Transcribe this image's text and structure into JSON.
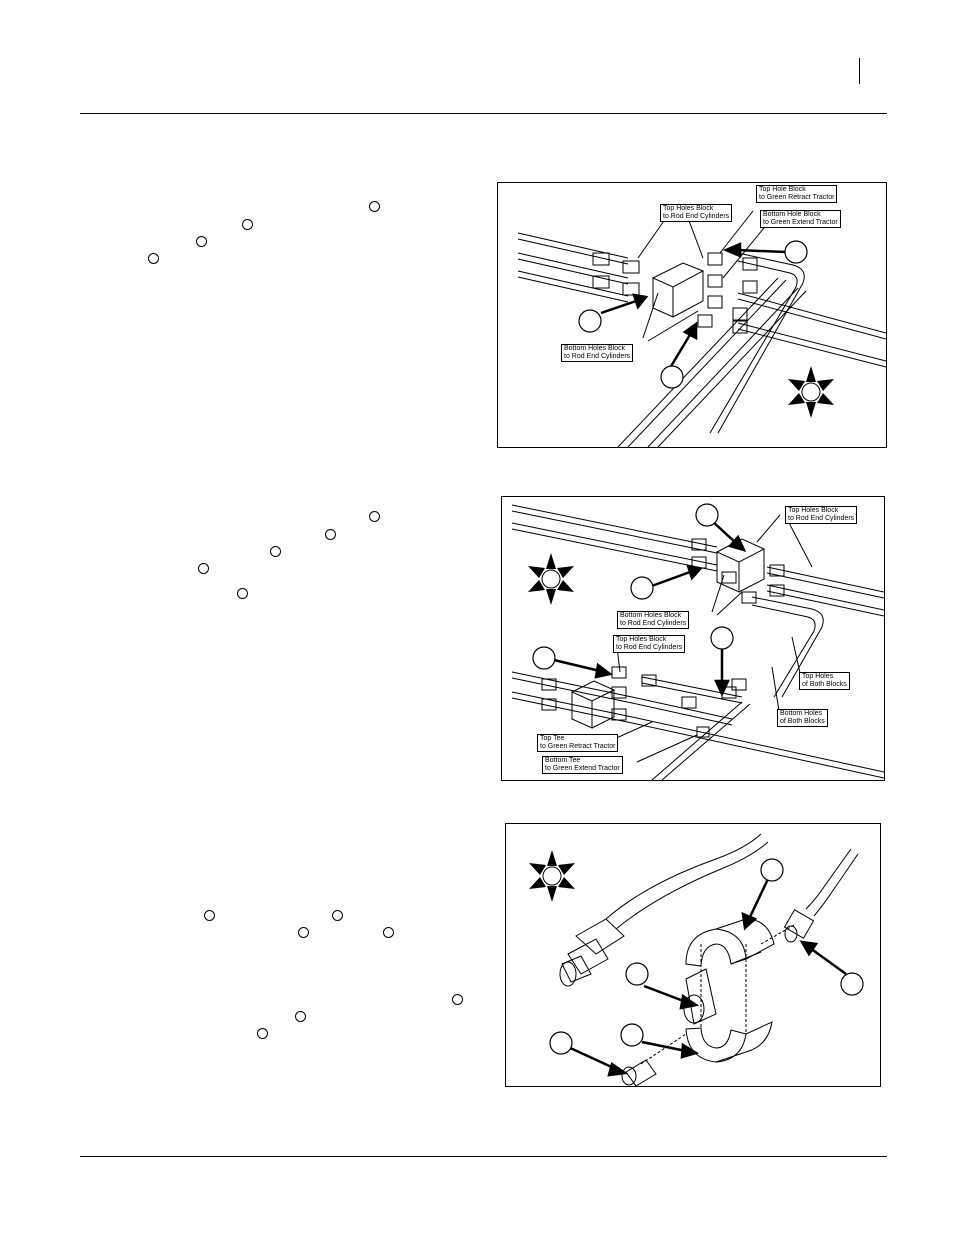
{
  "figures": [
    {
      "id": "fig1",
      "labels": [
        "Top Holes Block\nto Rod End Cylinders",
        "Top Hole Block\nto Green Retract Tractor",
        "Bottom Hole Block\nto Green Extend Tractor",
        "Bottom Holes Block\nto Rod End Cylinders"
      ]
    },
    {
      "id": "fig2",
      "labels": [
        "Top Holes Block\nto Rod End Cylinders",
        "Bottom Holes Block\nto Rod End Cylinders",
        "Top Holes Block\nto Rod End Cylinders",
        "Top Holes\nof Both Blocks",
        "Bottom Holes\nof Both Blocks",
        "Top Tee\nto Green Retract Tractor",
        "Bottom Tee\nto Green Extend Tractor"
      ]
    }
  ]
}
